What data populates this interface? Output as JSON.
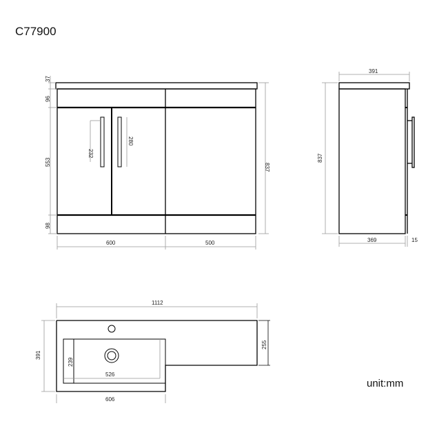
{
  "title": "C77900",
  "unit_label": "unit:mm",
  "front_view": {
    "dims": {
      "worktop_thickness": "37",
      "top_band": "96",
      "door_height": "553",
      "plinth": "98",
      "handle_offset": "232",
      "handle_length": "280",
      "total_height": "837",
      "left_width": "600",
      "right_width": "500"
    }
  },
  "side_view": {
    "dims": {
      "depth_top": "391",
      "height": "837",
      "body_depth": "369",
      "door_thickness": "15"
    }
  },
  "top_view": {
    "dims": {
      "total_width": "1112",
      "depth": "391",
      "right_depth": "255",
      "basin_width": "526",
      "basin_depth": "239",
      "left_width": "606"
    }
  },
  "colors": {
    "line": "#000000",
    "dim_line": "#999999"
  }
}
